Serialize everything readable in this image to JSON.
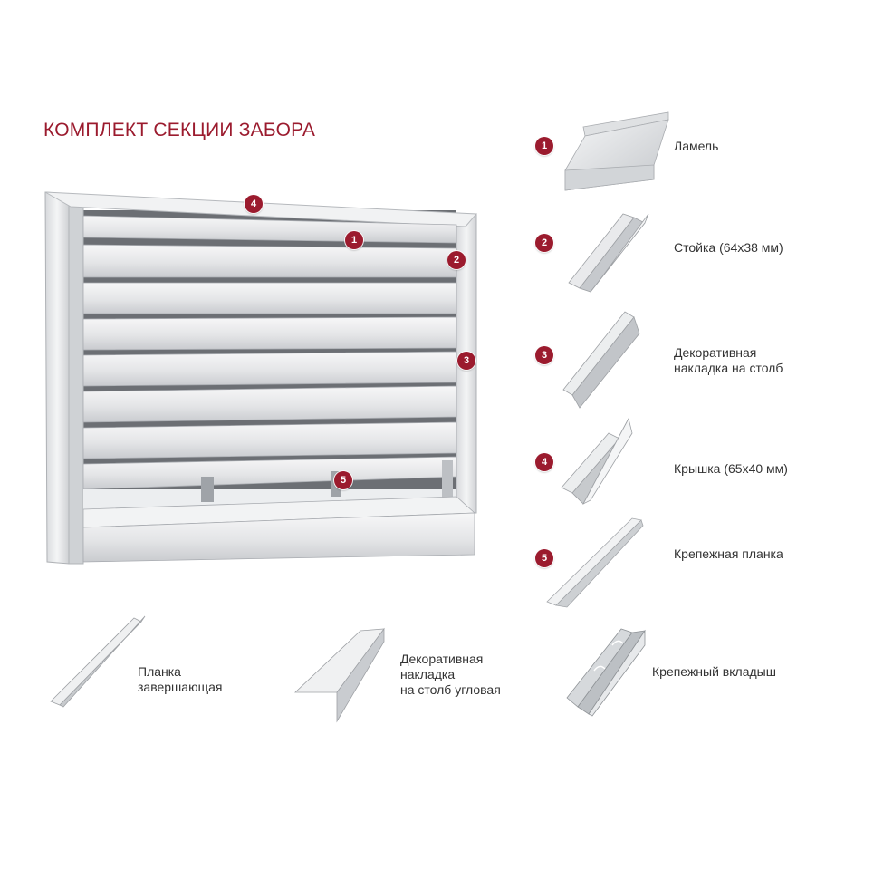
{
  "title": "КОМПЛЕКТ СЕКЦИИ ЗАБОРА",
  "callouts": [
    "4",
    "1",
    "2",
    "3",
    "5"
  ],
  "parts": [
    {
      "number": "1",
      "label": "Ламель"
    },
    {
      "number": "2",
      "label": "Стойка (64х38 мм)"
    },
    {
      "number": "3",
      "label": "Декоративная\nнакладка на столб"
    },
    {
      "number": "4",
      "label": "Крышка (65х40 мм)"
    },
    {
      "number": "5",
      "label": "Крепежная планка"
    }
  ],
  "extras": [
    {
      "label": "Планка\nзавершающая"
    },
    {
      "label": "Декоративная\nнакладка\nна столб угловая"
    },
    {
      "label": "Крепежный вкладыш"
    }
  ],
  "colors": {
    "accent": "#9b1b2e",
    "metal_light": "#eeeff1",
    "metal_dark": "#b9bcc0"
  }
}
